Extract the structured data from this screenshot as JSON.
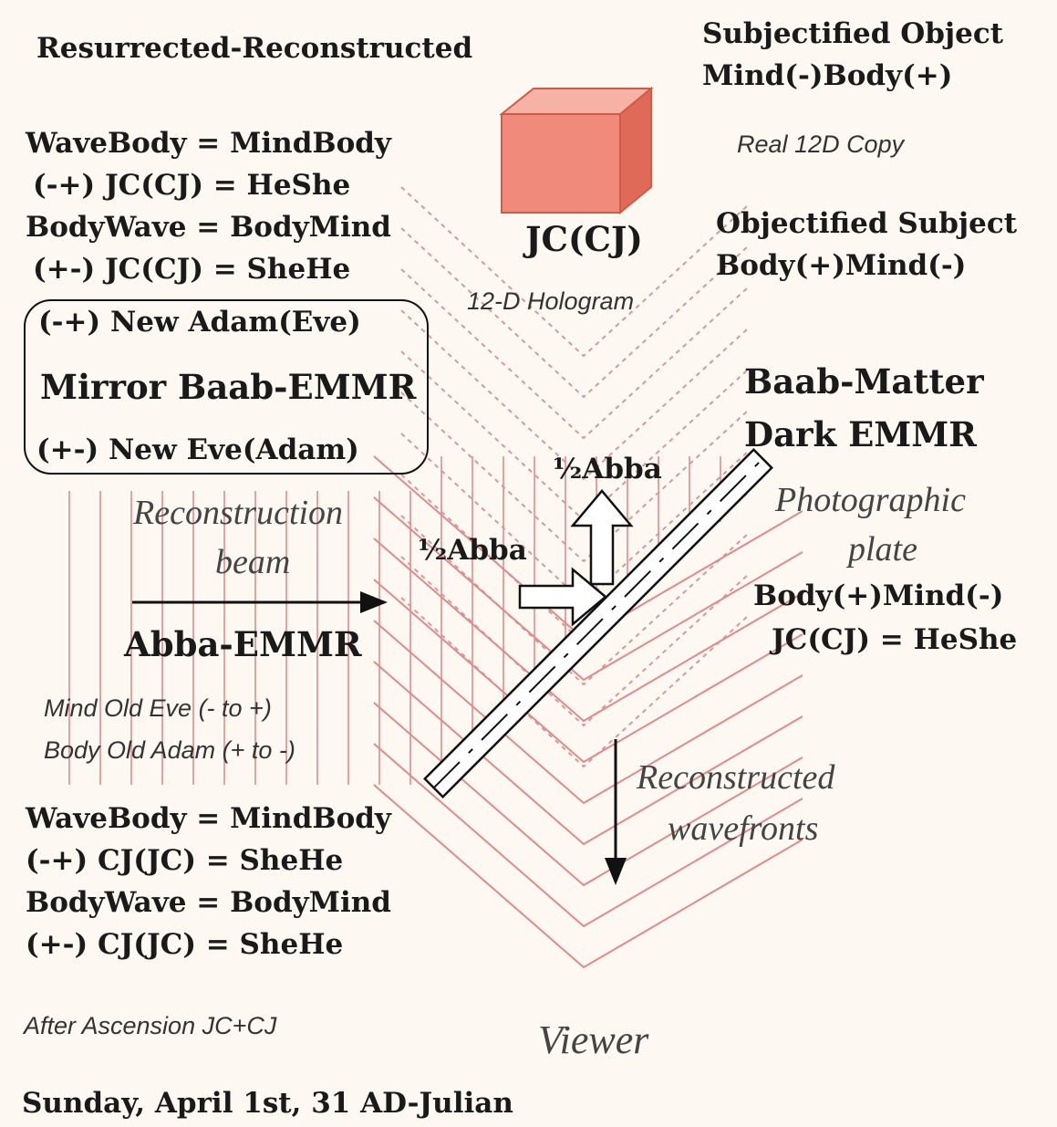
{
  "title_left": "Resurrected-Reconstructed",
  "subjectified": {
    "line1": "Subjectified Object",
    "line2": "Mind(-)Body(+)"
  },
  "real_copy": "Real 12D Copy",
  "objectified": {
    "line1": "Objectified Subject",
    "line2": "Body(+)Mind(-)"
  },
  "hologram": {
    "label": "JC(CJ)",
    "caption": "12-D Hologram"
  },
  "top_formulas": {
    "line1": "WaveBody = MindBody",
    "line2": "(-+)  JC(CJ) = HeShe",
    "line3": "BodyWave = BodyMind",
    "line4": "(+-)  JC(CJ) = SheHe"
  },
  "mirror_box": {
    "line1": "(-+) New Adam(Eve)",
    "line2": "Mirror Baab-EMMR",
    "line3": "(+-) New Eve(Adam)"
  },
  "baab_matter": {
    "line1": "Baab-Matter",
    "line2": "Dark EMMR"
  },
  "half_abba_top": "½Abba",
  "half_abba_left": "½Abba",
  "reconstruction_beam": {
    "line1": "Reconstruction",
    "line2": "beam"
  },
  "abba_emmr": "Abba-EMMR",
  "photographic_plate": {
    "line1": "Photographic",
    "line2": "plate"
  },
  "plate_formula": {
    "line1": "Body(+)Mind(-)",
    "line2": "JC(CJ) = HeShe"
  },
  "old_pair": {
    "line1": "Mind Old Eve (- to +)",
    "line2": "Body Old Adam (+ to -)"
  },
  "reconstructed_wavefronts": {
    "line1": "Reconstructed",
    "line2": "wavefronts"
  },
  "bottom_formulas": {
    "line1": "WaveBody = MindBody",
    "line2": "(-+) CJ(JC) = SheHe",
    "line3": "BodyWave = BodyMind",
    "line4": "(+-) CJ(JC) = SheHe"
  },
  "after_ascension": "After Ascension JC+CJ",
  "viewer": "Viewer",
  "date": "Sunday, April 1st, 31 AD-Julian",
  "colors": {
    "cube_front": "#f08a7a",
    "cube_top": "#f7b2a6",
    "cube_side": "#e06a58",
    "wave_red": "#e8a0a0",
    "dotted": "#d49a9a"
  }
}
